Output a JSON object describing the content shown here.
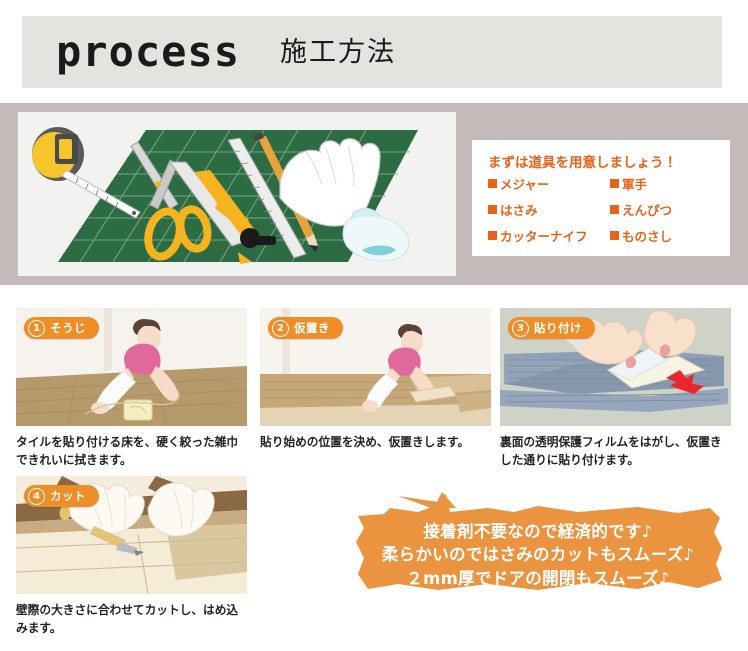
{
  "header": {
    "title_en": "process",
    "title_jp": "施工方法"
  },
  "hero": {
    "alt_name": "tools-illustration",
    "items_depicted": [
      "tape-measure",
      "cutter-knife",
      "scissors",
      "steel-ruler",
      "pencil",
      "work-glove",
      "cloth",
      "green-cutting-mat"
    ]
  },
  "tools": {
    "heading": "まずは道具を用意しましょう！",
    "items": [
      "メジャー",
      "軍手",
      "はさみ",
      "えんぴつ",
      "カッターナイフ",
      "ものさし"
    ]
  },
  "steps": [
    {
      "number": "1",
      "label": "そうじ",
      "caption": "タイルを貼り付ける床を、硬く絞った雑巾できれいに拭きます。"
    },
    {
      "number": "2",
      "label": "仮置き",
      "caption": "貼り始めの位置を決め、仮置きします。"
    },
    {
      "number": "3",
      "label": "貼り付け",
      "caption": "裏面の透明保護フィルムをはがし、仮置きした通りに貼り付けます。"
    },
    {
      "number": "4",
      "label": "カット",
      "caption": "壁際の大きさに合わせてカットし、はめ込みます。"
    }
  ],
  "bubble": {
    "line1": "接着剤不要なので経済的です♪",
    "line2": "柔らかいのではさみのカットもスムーズ♪",
    "line3": "２mm厚でドアの開閉もスムーズ♪"
  },
  "colors": {
    "header_band": "#e3e3e0",
    "hero_band": "#c4baba",
    "accent_orange": "#e8631a",
    "badge_orange": "#ef8e27",
    "bubble_orange": "#eb9440",
    "arrow_red": "#e8262b",
    "text_dark": "#231f1e"
  }
}
